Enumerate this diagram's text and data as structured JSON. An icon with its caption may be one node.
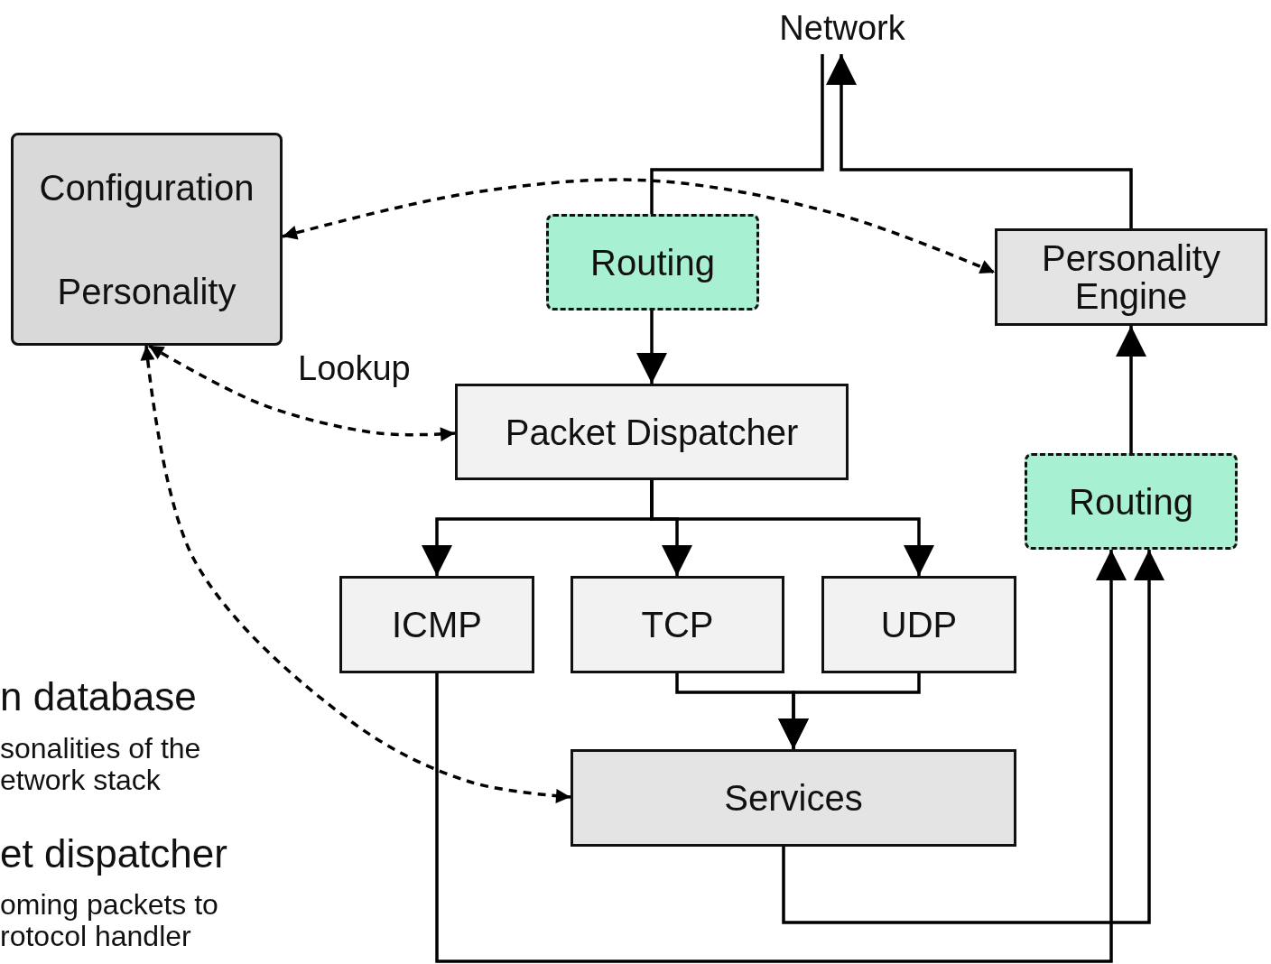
{
  "diagram": {
    "nodes": [
      {
        "text": [
          "Network"
        ]
      },
      {
        "text": [
          "Configuration",
          "Personality"
        ]
      },
      {
        "text": [
          "Routing"
        ]
      },
      {
        "text": [
          "Personality Engine"
        ]
      },
      {
        "text": [
          "Packet Dispatcher"
        ]
      },
      {
        "text": [
          "ICMP"
        ]
      },
      {
        "text": [
          "TCP"
        ]
      },
      {
        "text": [
          "UDP"
        ]
      },
      {
        "text": [
          "Services"
        ]
      },
      {
        "text": [
          "Routing"
        ]
      }
    ],
    "edges": [
      {
        "from": 2,
        "to": 0,
        "arrow": "none"
      },
      {
        "from": 3,
        "to": 0,
        "arrow": "to"
      },
      {
        "from": 1,
        "to": 3,
        "arrow": "both",
        "style": "dashed"
      },
      {
        "from": 2,
        "to": 4,
        "arrow": "to"
      },
      {
        "from": 1,
        "to": 4,
        "arrow": "both",
        "style": "dashed",
        "label": "Lookup"
      },
      {
        "from": 1,
        "to": 8,
        "arrow": "both",
        "style": "dashed"
      },
      {
        "from": 4,
        "to": 5,
        "arrow": "to"
      },
      {
        "from": 4,
        "to": 6,
        "arrow": "to"
      },
      {
        "from": 4,
        "to": 7,
        "arrow": "to"
      },
      {
        "from": 6,
        "to": 8,
        "arrow": "to"
      },
      {
        "from": 7,
        "to": 8,
        "arrow": "to"
      },
      {
        "from": 5,
        "to": 9,
        "arrow": "to"
      },
      {
        "from": 8,
        "to": 9,
        "arrow": "to"
      },
      {
        "from": 9,
        "to": 3,
        "arrow": "to"
      }
    ],
    "labels": [
      "n database",
      "sonalities of the etwork stack",
      "et dispatcher",
      "oming packets to rotocol handler"
    ]
  }
}
